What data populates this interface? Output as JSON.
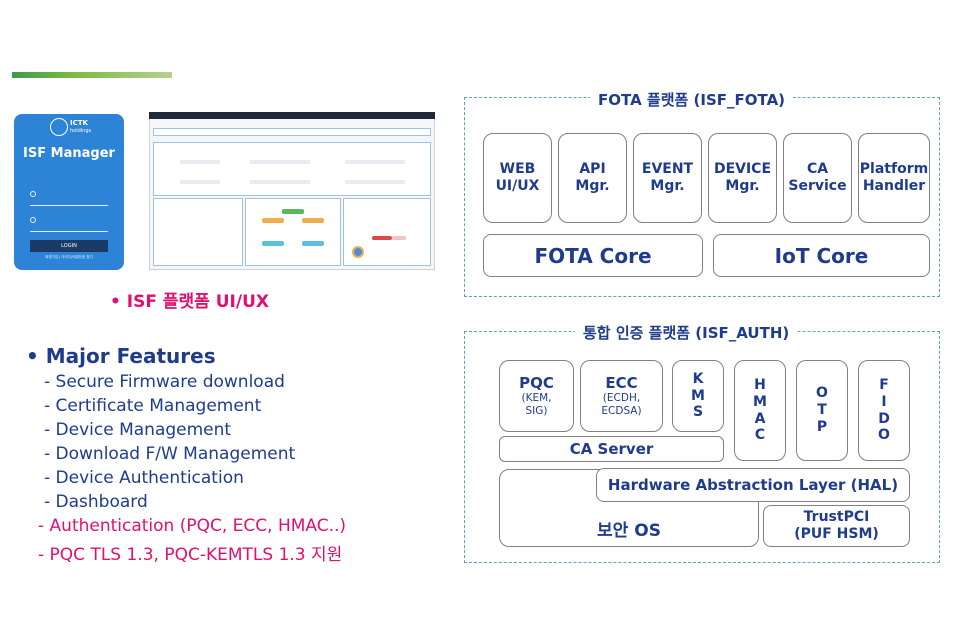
{
  "left": {
    "screenshot": {
      "logo_top": "ICTK",
      "logo_bottom": "holdings",
      "app_title": "ISF Manager",
      "login_button": "LOGIN",
      "login_note": "회원가입 | 아이디/비밀번호 찾기"
    },
    "ui_caption": "ISF 플랫폼 UI/UX",
    "major_features_title": "Major Features",
    "features": [
      "- Secure Firmware download",
      "- Certificate Management",
      "- Device Management",
      "- Download F/W Management",
      "- Device Authentication",
      "- Dashboard"
    ],
    "highlight_features": [
      "- Authentication (PQC, ECC, HMAC..)",
      "- PQC TLS 1.3, PQC-KEMTLS 1.3 지원"
    ]
  },
  "fota": {
    "title": "FOTA 플랫폼 (ISF_FOTA)",
    "modules": [
      {
        "label": "WEB\nUI/UX"
      },
      {
        "label": "API\nMgr."
      },
      {
        "label": "EVENT\nMgr."
      },
      {
        "label": "DEVICE\nMgr."
      },
      {
        "label": "CA\nService"
      },
      {
        "label": "Platform\nHandler"
      }
    ],
    "cores": [
      "FOTA Core",
      "IoT Core"
    ]
  },
  "auth": {
    "title": "통합 인증 플랫폼 (ISF_AUTH)",
    "pqc": {
      "label": "PQC",
      "sub": "(KEM,\nSIG)"
    },
    "ecc": {
      "label": "ECC",
      "sub": "(ECDH,\nECDSA)"
    },
    "vertical_modules": [
      {
        "label": "K\nM\nS"
      },
      {
        "label": "H\nM\nA\nC"
      },
      {
        "label": "O\nT\nP"
      },
      {
        "label": "F\nI\nD\nO"
      }
    ],
    "ca_server": "CA Server",
    "hal": "Hardware Abstraction Layer (HAL)",
    "os": "보안 OS",
    "trustpci": "TrustPCI\n(PUF HSM)"
  },
  "colors": {
    "navy_text": "#1f3c8c",
    "pink_text": "#e0106f",
    "dashed_border": "#5aa5bd",
    "card_blue": "#2d84d6"
  }
}
